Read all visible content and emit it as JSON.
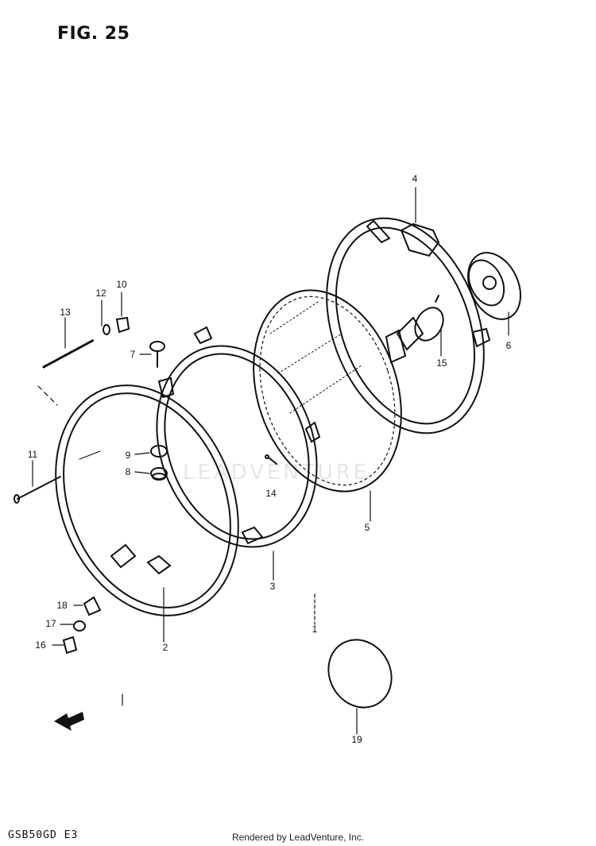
{
  "figure": {
    "title": "FIG. 25",
    "model_code": "GSB50GD  E3",
    "credit": "Rendered by LeadVenture, Inc.",
    "watermark": "LEADVENTURE"
  },
  "callouts": [
    {
      "id": "c1",
      "label": "1"
    },
    {
      "id": "c2",
      "label": "2"
    },
    {
      "id": "c3",
      "label": "3"
    },
    {
      "id": "c4",
      "label": "4"
    },
    {
      "id": "c5",
      "label": "5"
    },
    {
      "id": "c6",
      "label": "6"
    },
    {
      "id": "c7",
      "label": "7"
    },
    {
      "id": "c8",
      "label": "8"
    },
    {
      "id": "c9",
      "label": "9"
    },
    {
      "id": "c10",
      "label": "10"
    },
    {
      "id": "c11",
      "label": "11"
    },
    {
      "id": "c12",
      "label": "12"
    },
    {
      "id": "c13",
      "label": "13"
    },
    {
      "id": "c14",
      "label": "14"
    },
    {
      "id": "c15",
      "label": "15"
    },
    {
      "id": "c16",
      "label": "16"
    },
    {
      "id": "c17",
      "label": "17"
    },
    {
      "id": "c18",
      "label": "18"
    },
    {
      "id": "c19",
      "label": "19"
    }
  ]
}
